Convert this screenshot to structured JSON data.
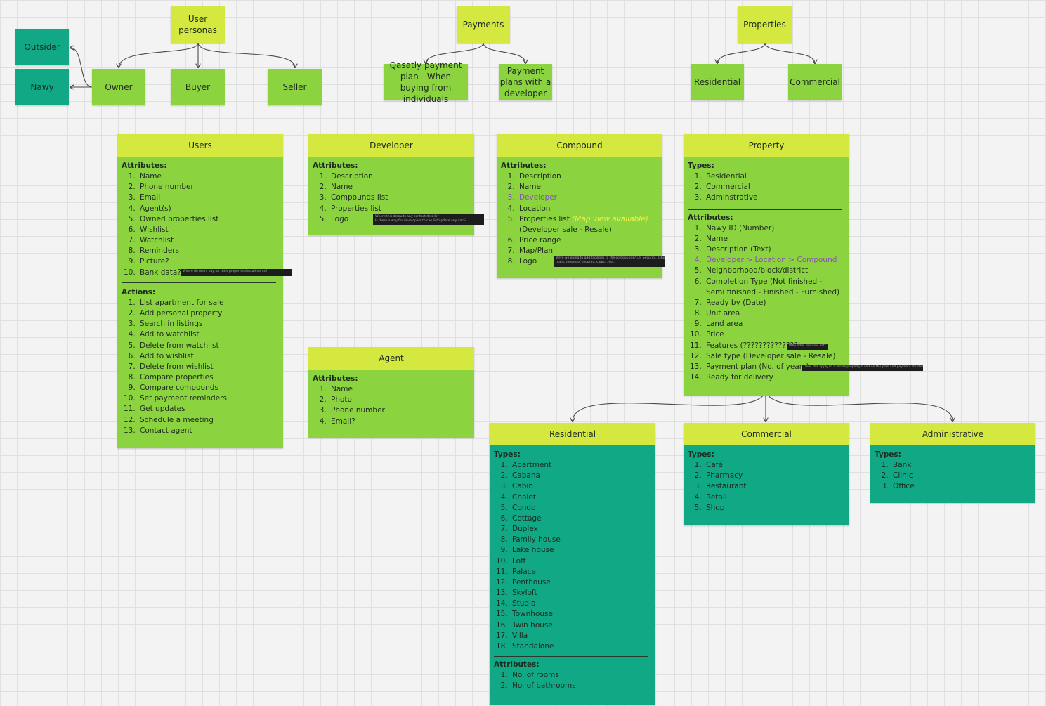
{
  "top": {
    "user_personas": "User personas",
    "outsider": "Outsider",
    "nawy": "Nawy",
    "owner": "Owner",
    "buyer": "Buyer",
    "seller": "Seller",
    "payments": "Payments",
    "qasatly": "Qasatly payment plan - When buying from individuals",
    "dev_plans": "Payment plans with a developer",
    "properties": "Properties",
    "residential": "Residential",
    "commercial": "Commercial"
  },
  "users": {
    "title": "Users",
    "attributes_label": "Attributes:",
    "attributes": [
      "Name",
      "Phone number",
      "Email",
      "Agent(s)",
      "Owned properties list",
      "Wishlist",
      "Watchlist",
      "Reminders",
      "Picture?",
      "Bank data?"
    ],
    "bank_note": "Where do users pay for their properties/installments?",
    "actions_label": "Actions:",
    "actions": [
      "List apartment for sale",
      "Add personal property",
      "Search in listings",
      "Add to watchlist",
      "Delete from watchlist",
      "Add to wishlist",
      "Delete from wishlist",
      "Compare properties",
      "Compare compounds",
      "Set payment reminders",
      "Get updates",
      "Schedule a meeting",
      "Contact agent"
    ]
  },
  "developer": {
    "title": "Developer",
    "attributes_label": "Attributes:",
    "attributes": [
      "Description",
      "Name",
      "Compounds list",
      "Properties list",
      "Logo"
    ],
    "logo_note_1": "Where this defaults any contact details?",
    "logo_note_2": "Is there a way for developers to can list/update any data?"
  },
  "agent": {
    "title": "Agent",
    "attributes_label": "Attributes:",
    "attributes": [
      "Name",
      "Photo",
      "Phone number",
      "Email?"
    ]
  },
  "compound": {
    "title": "Compound",
    "attributes_label": "Attributes:",
    "description": "Description",
    "name": "Name",
    "developer": "Developer",
    "location": "Location",
    "properties_list": "Properties list",
    "map_view": "(Map view available)",
    "sale_type": "(Developer sale - Resale)",
    "price_range": "Price range",
    "map_plan": "Map/Plan",
    "logo": "Logo",
    "logo_note_1": "Were we going to add facilities to the compounds? i.e. Security, schools,",
    "logo_note_2": "malls, means of security, clubs... etc."
  },
  "property": {
    "title": "Property",
    "types_label": "Types:",
    "types": [
      "Residential",
      "Commercial",
      "Adminstrative"
    ],
    "attributes_label": "Attributes:",
    "nawy_id": "Nawy ID (Number)",
    "name": "Name",
    "description": "Description (Text)",
    "hierarchy": "Developer > Location > Compound",
    "neighborhood": "Neighborhood/block/district",
    "completion": "Completion Type (Not finished - Semi finished - Finished - Furnished)",
    "ready_by": "Ready by (Date)",
    "unit_area": "Unit area",
    "land_area": "Land area",
    "price": "Price",
    "features": "Features (??????????????)",
    "features_note": "Who adds features list?",
    "sale_type": "Sale type (Developer sale - Resale)",
    "payment_plan": "Payment plan (No. of years)",
    "payment_note": "Does this apply to a resale property's unit on the plan and payment for still (partly)?",
    "ready_delivery": "Ready for delivery"
  },
  "residential": {
    "title": "Residential",
    "types_label": "Types:",
    "types": [
      "Apartment",
      "Cabana",
      "Cabin",
      "Chalet",
      "Condo",
      "Cottage",
      "Duplex",
      "Family house",
      "Lake house",
      "Loft",
      "Palace",
      "Penthouse",
      "Skyloft",
      "Studio",
      "Townhouse",
      "Twin house",
      "Villa",
      "Standalone"
    ],
    "attributes_label": "Attributes:",
    "attributes": [
      "No. of rooms",
      "No. of bathrooms"
    ]
  },
  "commercial": {
    "title": "Commercial",
    "types_label": "Types:",
    "types": [
      "Café",
      "Pharmacy",
      "Restaurant",
      "Retail",
      "Shop"
    ]
  },
  "administrative": {
    "title": "Administrative",
    "types_label": "Types:",
    "types": [
      "Bank",
      "Clinic",
      "Office"
    ]
  },
  "colors": {
    "yellow": "#d4e83f",
    "green": "#8bd440",
    "teal": "#10a885",
    "canvas": "#f3f3f3"
  }
}
